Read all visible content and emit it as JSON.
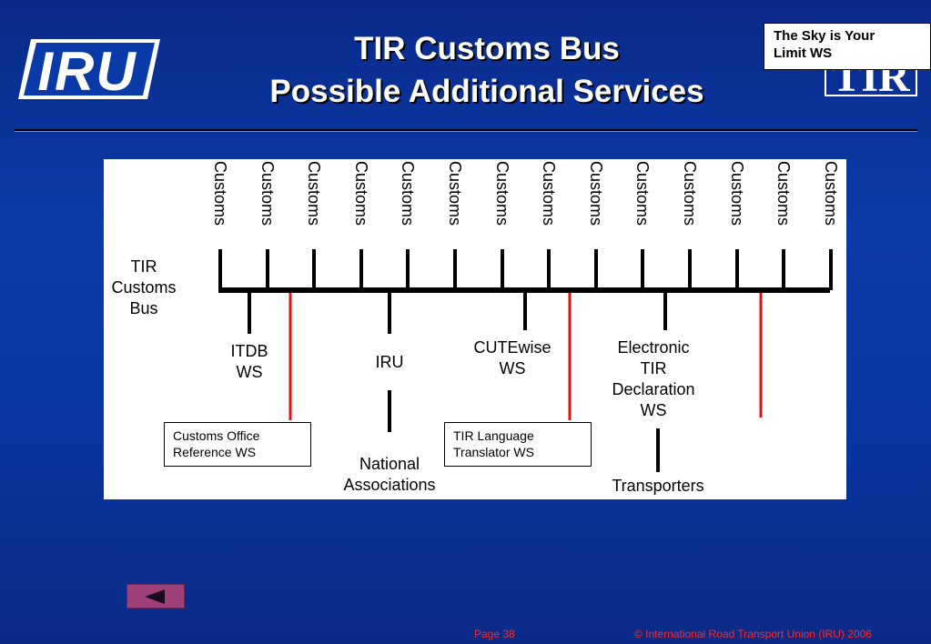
{
  "logos": {
    "iru": "IRU",
    "tir": "TIR"
  },
  "title": {
    "line1": "TIR Customs Bus",
    "line2": "Possible Additional Services"
  },
  "badge": {
    "line1": "The Sky is Your",
    "line2": "Limit  WS"
  },
  "diagram": {
    "customs_label": "Customs",
    "customs_count": 14,
    "bus_label": {
      "line1": "TIR",
      "line2": "Customs",
      "line3": "Bus"
    },
    "nodes": {
      "itdb": {
        "line1": "ITDB",
        "line2": "WS"
      },
      "iru": "IRU",
      "cutewise": {
        "line1": "CUTEwise",
        "line2": "WS"
      },
      "electronic": {
        "line1": "Electronic",
        "line2": "TIR",
        "line3": "Declaration",
        "line4": "WS"
      },
      "national": {
        "line1": "National",
        "line2": "Associations"
      },
      "transporters": "Transporters"
    },
    "boxes": {
      "customs_office": {
        "line1": "Customs Office",
        "line2": "Reference WS"
      },
      "tir_language": {
        "line1": "TIR Language",
        "line2": "Translator WS"
      }
    },
    "colors": {
      "bus": "#000000",
      "new_service": "#e01010"
    }
  },
  "navigation": {
    "back_icon": "back-arrow-icon"
  },
  "footer": {
    "page": "Page 38",
    "copyright": "© International Road Transport Union (IRU) 2006"
  }
}
